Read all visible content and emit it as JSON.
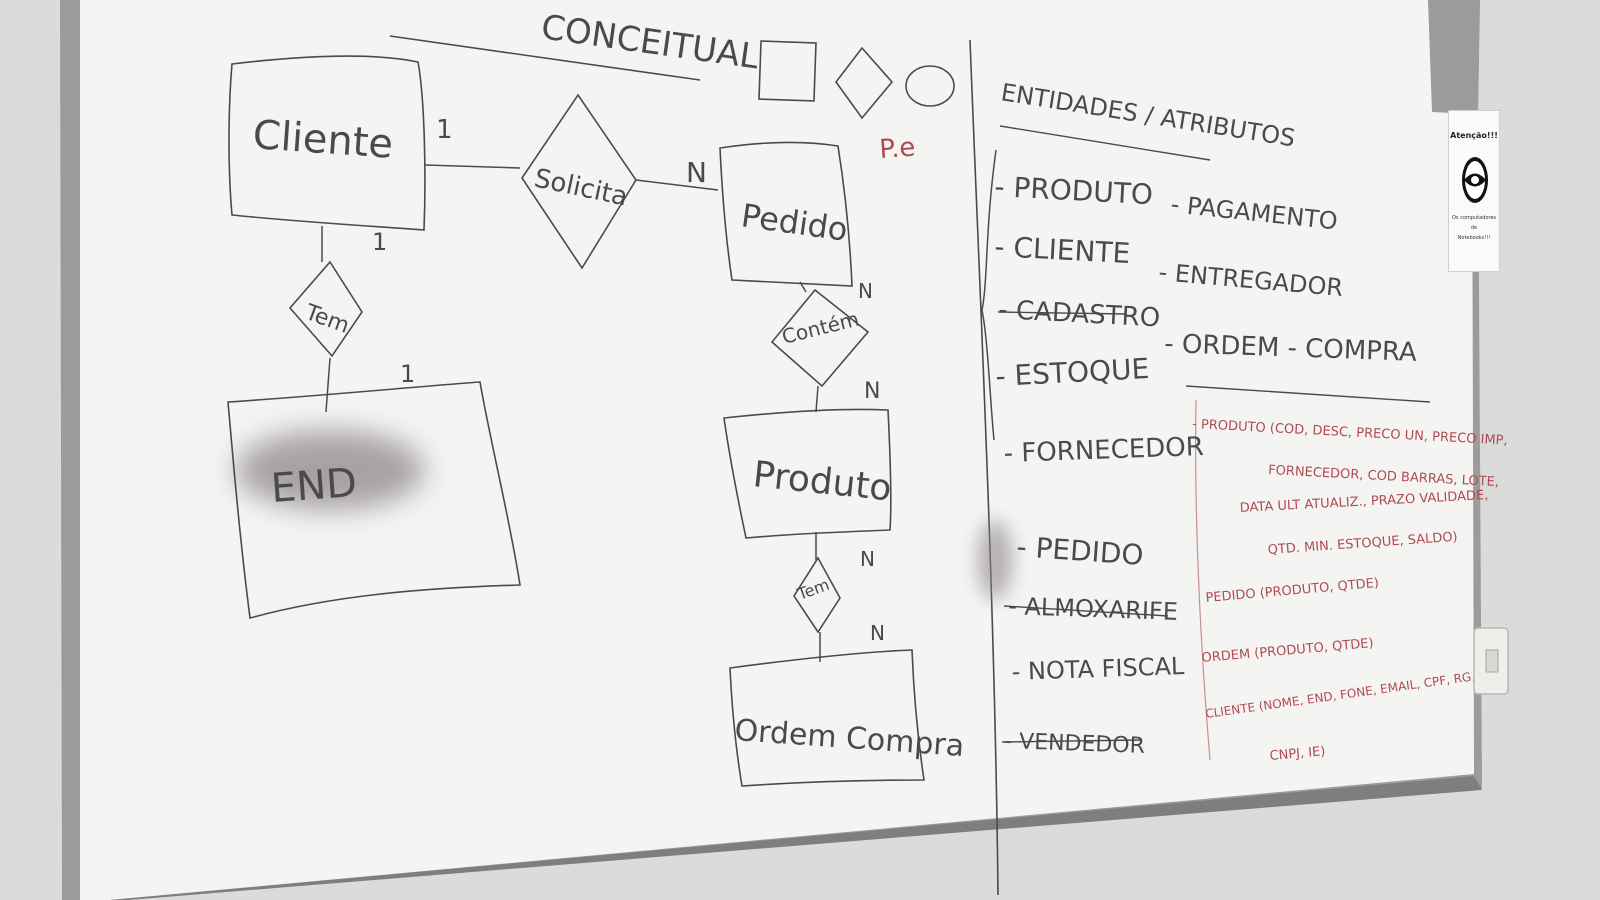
{
  "colors": {
    "wall": "#d9dcdb",
    "board": "#f4f5f3",
    "frame": "#9a9c9b",
    "marker_black": "#4a4a4e",
    "marker_red": "#b04a52",
    "smudge": "#8e8688"
  },
  "diagram": {
    "heading": "CONCEITUAL",
    "cliente": "Cliente",
    "solicita": "Solicita",
    "pedido": "Pedido",
    "tem_top": "Tem",
    "end": "END",
    "contem": "Contém",
    "produto": "Produto",
    "tem_bottom": "Tem",
    "ordem_compra": "Ordem Compra",
    "card_cliente_right": "1",
    "card_cliente_bottom": "1",
    "card_end": "1",
    "card_pedido_left": "N",
    "card_pedido_bottom": "N",
    "card_produto_top": "N",
    "card_produto_bottom": "N",
    "card_ordem_top": "N",
    "pe": "P.e"
  },
  "notes": {
    "heading": "ENTIDADES / ATRIBUTOS",
    "left_list": [
      "- PRODUTO",
      "- CLIENTE",
      "- CADASTRO",
      "- ESTOQUE",
      "- FORNECEDOR",
      "- PEDIDO",
      "- ALMOXARIFE",
      "- NOTA FISCAL",
      "- VENDEDOR"
    ],
    "right_list": [
      "- PAGAMENTO",
      "- ENTREGADOR",
      "- ORDEM - COMPRA"
    ],
    "red_lines": [
      "- PRODUTO (COD, DESC, PRECO UN, PRECO IMP,",
      "FORNECEDOR, COD BARRAS, LOTE,",
      "DATA ULT ATUALIZ., PRAZO VALIDADE,",
      "QTD. MIN. ESTOQUE, SALDO)",
      "PEDIDO (PRODUTO, QTDE)",
      "ORDEM (PRODUTO, QTDE)",
      "CLIENTE (NOME, END, FONE, EMAIL, CPF, RG,",
      "CNPJ, IE)"
    ]
  },
  "notice": {
    "title": "Atenção!!!",
    "line1": "Os computadores",
    "line2": "de",
    "line3": "Notebooks!!!"
  }
}
